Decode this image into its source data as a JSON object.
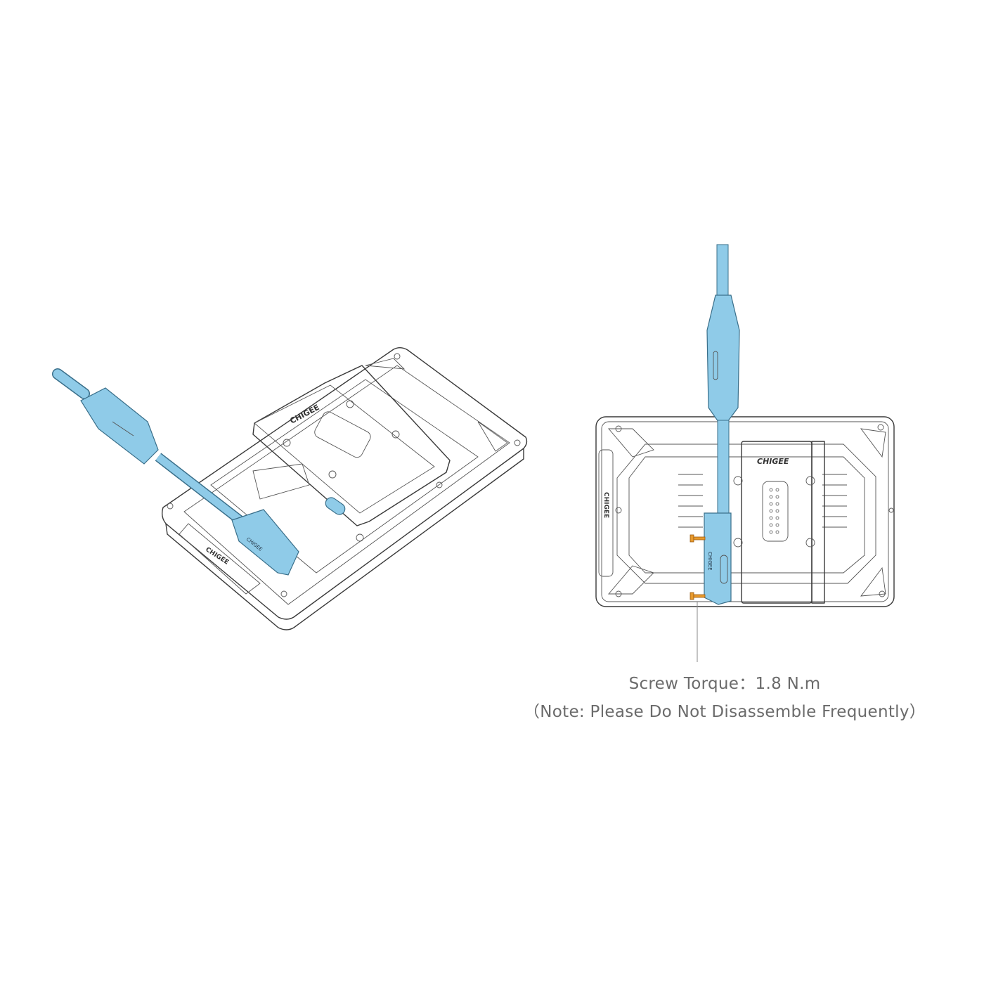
{
  "labels": {
    "torque": "Screw Torque：1.8 N.m",
    "note": "（Note: Please Do Not Disassemble Frequently）"
  },
  "logo_text": "CHIGEE",
  "colors": {
    "cable": "#8fcbe8",
    "screw": "#e89a2c",
    "line": "#3a3a3a",
    "text": "#6b6b6b"
  }
}
